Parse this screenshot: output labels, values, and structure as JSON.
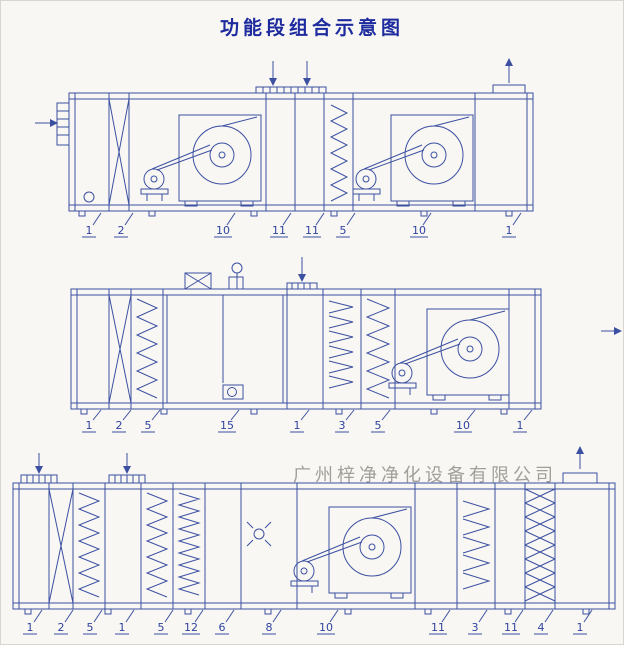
{
  "page": {
    "title": "功能段组合示意图",
    "watermark": "广州梓净净化设备有限公司"
  },
  "colors": {
    "line_blue": "#3c50a2",
    "title_blue": "#1d2b9e",
    "watermark_gray": "#98968f",
    "background": "#f8f7f3"
  },
  "icons": {
    "fan": "centrifugal-fan",
    "filter": "zigzag-filter",
    "bag_filter": "cross-diagonal-filter",
    "heater": "crosshatch-coil",
    "lamp": "uv-lamp",
    "airflow_in": "arrow-right",
    "airflow_down": "arrow-down",
    "airflow_up": "arrow-up"
  },
  "units": [
    {
      "labels": [
        "1",
        "2",
        "10",
        "11",
        "11",
        "5",
        "10",
        "1"
      ]
    },
    {
      "labels": [
        "1",
        "2",
        "5",
        "15",
        "1",
        "3",
        "5",
        "10",
        "1"
      ]
    },
    {
      "labels": [
        "1",
        "2",
        "5",
        "1",
        "5",
        "12",
        "6",
        "8",
        "10",
        "11",
        "3",
        "11",
        "4",
        "1"
      ]
    }
  ]
}
